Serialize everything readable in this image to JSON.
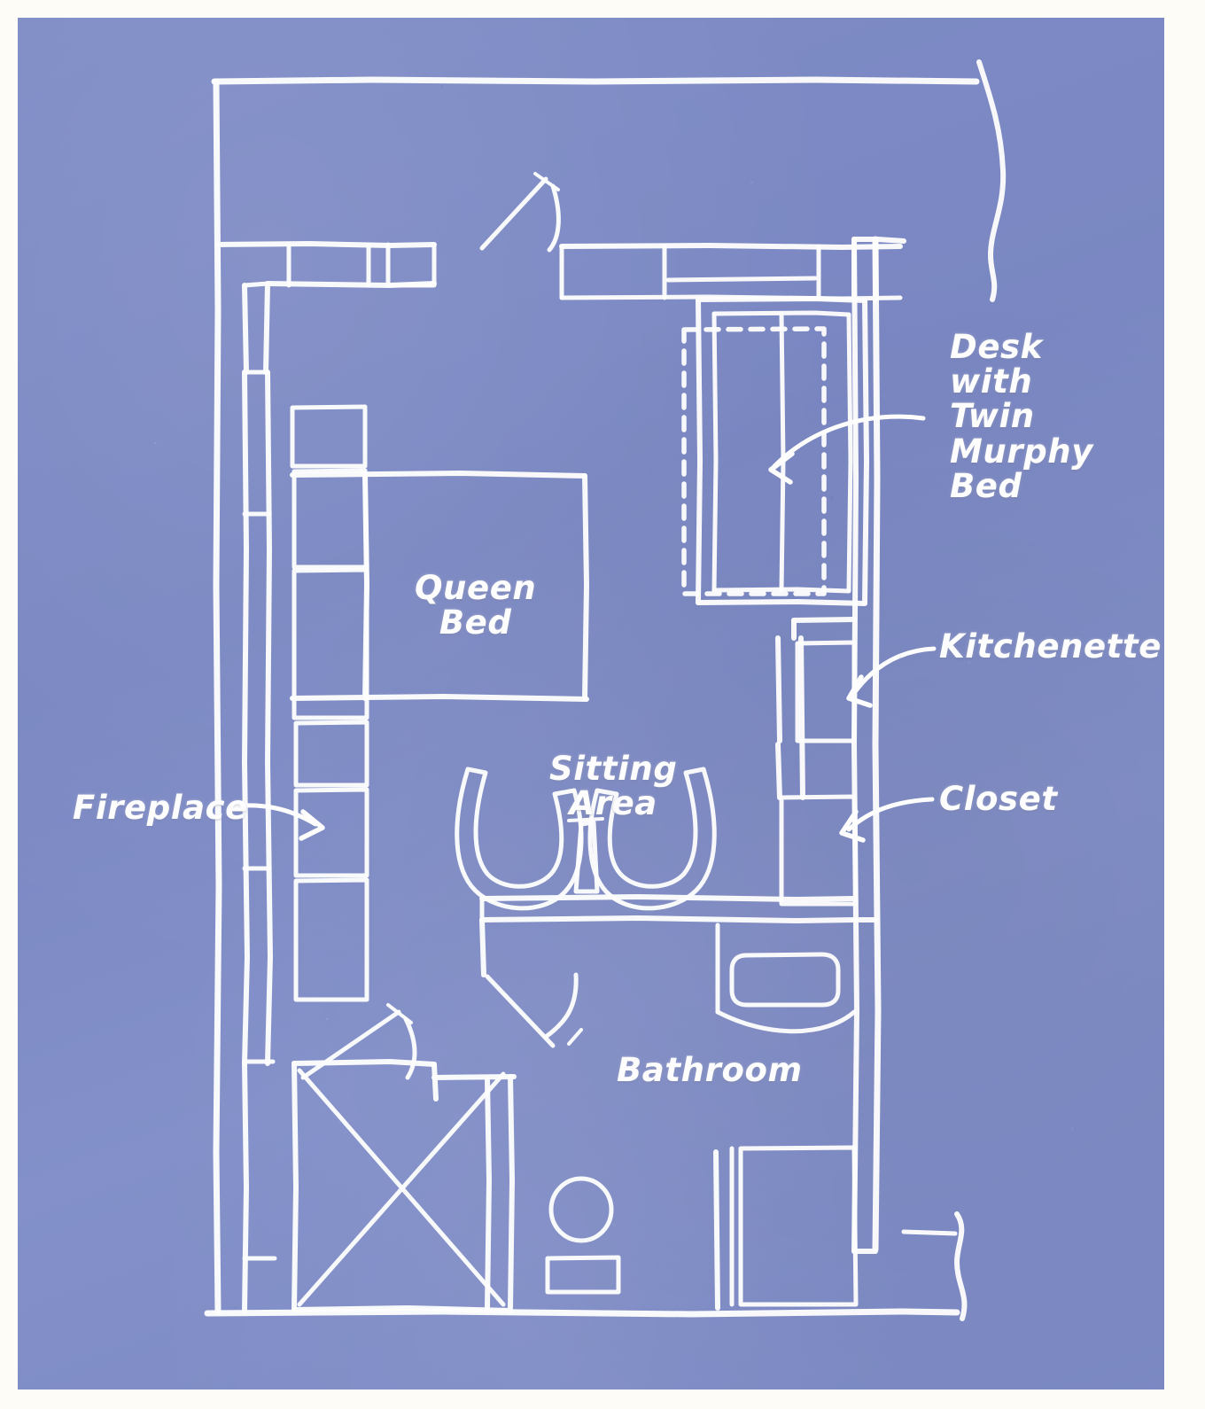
{
  "document": {
    "kind": "architectural floor plan",
    "style": "blueprint sketch, white chalk lines on periwinkle blue background",
    "background_color": "#7f8cc6",
    "line_color": "#fdfdfd",
    "border_color": "#fdfcf7"
  },
  "labels": {
    "desk_murphy": "Desk\nwith\nTwin\nMurphy\nBed",
    "kitchenette": "Kitchenette",
    "closet": "Closet",
    "fireplace": "Fireplace",
    "queen_bed": "Queen\nBed",
    "sitting_area": "Sitting\nArea",
    "bathroom": "Bathroom"
  },
  "rooms": [
    {
      "name": "Queen Bed",
      "label": "Queen\nBed",
      "icon": "bed-icon",
      "callout": false
    },
    {
      "name": "Sitting Area",
      "label": "Sitting\nArea",
      "icon": "armchair-icon",
      "callout": false
    },
    {
      "name": "Bathroom",
      "label": "Bathroom",
      "icon": "bathroom-icon",
      "callout": false
    }
  ],
  "callouts": [
    {
      "name": "Desk with Twin Murphy Bed",
      "label": "Desk\nwith\nTwin\nMurphy\nBed",
      "leader": "curved-arrow",
      "direction": "left"
    },
    {
      "name": "Kitchenette",
      "label": "Kitchenette",
      "leader": "curved-arrow",
      "direction": "left"
    },
    {
      "name": "Closet",
      "label": "Closet",
      "leader": "curved-arrow",
      "direction": "left"
    },
    {
      "name": "Fireplace",
      "label": "Fireplace",
      "leader": "curved-arrow",
      "direction": "right"
    }
  ],
  "fixtures": [
    {
      "name": "entry-door",
      "type": "swing-door"
    },
    {
      "name": "bathroom-door",
      "type": "swing-door"
    },
    {
      "name": "shower-door",
      "type": "swing-door"
    },
    {
      "name": "shower-stall",
      "type": "shower-x"
    },
    {
      "name": "toilet",
      "type": "toilet"
    },
    {
      "name": "bathtub",
      "type": "tub"
    },
    {
      "name": "vanity-sink",
      "type": "sink-basin"
    },
    {
      "name": "armchair-left",
      "type": "armchair"
    },
    {
      "name": "armchair-right",
      "type": "armchair"
    },
    {
      "name": "side-table",
      "type": "table"
    },
    {
      "name": "murphy-bed-open",
      "type": "dashed-outline"
    },
    {
      "name": "break-line-top-right",
      "type": "break-line"
    },
    {
      "name": "break-line-bottom-right",
      "type": "break-line"
    }
  ]
}
